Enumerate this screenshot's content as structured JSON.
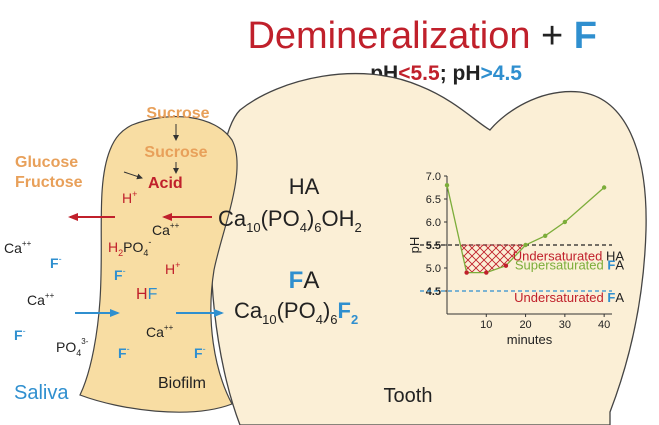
{
  "title": {
    "part1": "Demineralization",
    "part2": " + ",
    "part3": "F",
    "colors": {
      "part1": "#c0202b",
      "part2": "#222222",
      "part3": "#2f8fcf"
    }
  },
  "subtitle": {
    "ph_label_a": "pH",
    "threshold_a": "<5.5",
    "separator": "; ",
    "ph_label_b": "pH",
    "threshold_b": ">4.5"
  },
  "colors": {
    "red": "#c0202b",
    "blue": "#2f8fcf",
    "orange": "#e8a05a",
    "green": "#7cad3a",
    "biofilm_fill": "#f8dda3",
    "tooth_fill": "#fbefd6",
    "outline": "#444444",
    "text_dark": "#222222"
  },
  "biofilm": {
    "sucrose_top": "Sucrose",
    "sucrose_mid": "Sucrose",
    "glucose": "Glucose",
    "fructose": "Fructose",
    "acid": "Acid",
    "h_plus_1": "H",
    "h_plus_2": "H",
    "ca_1": "Ca",
    "ca_2": "Ca",
    "h2po4_h": "H",
    "h2po4_rest": "PO",
    "hf_h": "H",
    "hf_f": "F",
    "f_ion_1": "F",
    "f_ion_2": "F",
    "f_ion_3": "F",
    "label": "Biofilm",
    "superscripts": {
      "plus": "+",
      "plusplus": "++",
      "minus": "-",
      "three_minus": "3-"
    },
    "subscripts": {
      "two": "2",
      "four": "4"
    }
  },
  "saliva": {
    "ca_1": "Ca",
    "ca_2": "Ca",
    "f_1": "F",
    "f_2": "F",
    "po4": "PO",
    "label": "Saliva"
  },
  "tooth": {
    "ha_label": "HA",
    "ha_formula": {
      "ca": "Ca",
      "ca_sub": "10",
      "po4": "(PO",
      "po4_sub": "4",
      "po4_close": ")",
      "po4_mult": "6",
      "oh": "OH",
      "oh_sub": "2"
    },
    "fa_label_f": "F",
    "fa_label_rest": "A",
    "fa_formula": {
      "ca": "Ca",
      "ca_sub": "10",
      "po4": "(PO",
      "po4_sub": "4",
      "po4_close": ")",
      "po4_mult": "6",
      "f": "F",
      "f_sub": "2"
    },
    "label": "Tooth"
  },
  "chart_data": {
    "type": "line",
    "xlabel": "minutes",
    "ylabel": "pH",
    "xlim": [
      0,
      42
    ],
    "ylim": [
      4.0,
      7.0
    ],
    "x_ticks": [
      10,
      20,
      30,
      40
    ],
    "y_ticks": [
      4.5,
      5.0,
      5.5,
      6.0,
      6.5,
      7.0
    ],
    "y_tick_labels": [
      "4.5",
      "5.0",
      "5.5",
      "6.0",
      "6.5",
      "7.0"
    ],
    "bold_y_ticks": [
      "5.5",
      "4.5"
    ],
    "x": [
      0,
      5,
      10,
      15,
      20,
      25,
      30,
      40
    ],
    "y": [
      6.8,
      4.9,
      4.9,
      5.05,
      5.5,
      5.7,
      6.0,
      6.75
    ],
    "thresholds": [
      {
        "value": 5.5,
        "style": "dashed",
        "color": "#222222"
      },
      {
        "value": 4.5,
        "style": "dashed",
        "color": "#2f8fcf"
      }
    ],
    "annotations": [
      {
        "text": "Undersaturated ",
        "suffix": "HA",
        "color": "#c0202b",
        "suffix_color": "#222222"
      },
      {
        "text": "Supersaturated ",
        "suffix_f": "F",
        "suffix": "A",
        "color": "#7cad3a",
        "suffix_f_color": "#2f8fcf",
        "suffix_color": "#222222"
      },
      {
        "text": "Undersaturated ",
        "suffix_f": "F",
        "suffix": "A",
        "color": "#c0202b",
        "suffix_f_color": "#2f8fcf",
        "suffix_color": "#222222"
      }
    ],
    "hatched_region": "below 5.5",
    "grid": false,
    "line_color": "#7cad3a",
    "marker_color_low": "#c0202b"
  }
}
